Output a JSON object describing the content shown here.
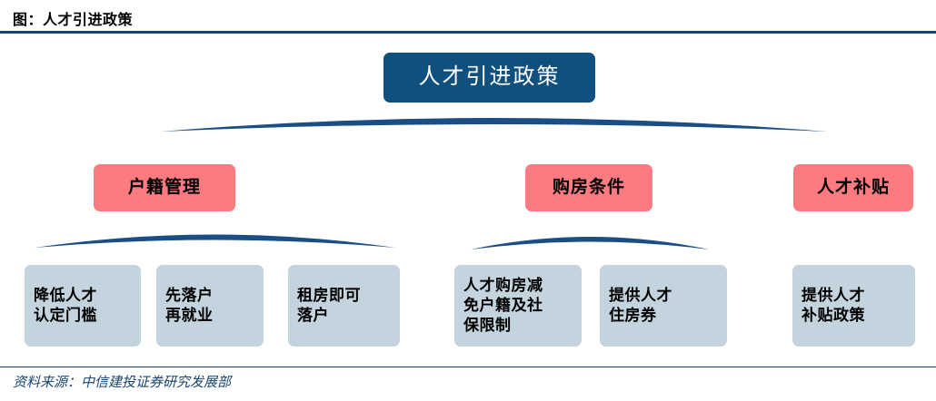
{
  "header": {
    "title": "图：人才引进政策",
    "rule_color": "#17456f"
  },
  "diagram": {
    "type": "hierarchy-tree",
    "root": {
      "label": "人才引进政策",
      "fill": "#10507f",
      "text_color": "#ffffff"
    },
    "categories": [
      {
        "label": "户籍管理",
        "fill": "#fb7b80",
        "text_color": "#000000"
      },
      {
        "label": "购房条件",
        "fill": "#fb7b80",
        "text_color": "#000000"
      },
      {
        "label": "人才补贴",
        "fill": "#fb7b80",
        "text_color": "#000000"
      }
    ],
    "leaves": [
      {
        "label": "降低人才认定门槛",
        "line1": "降低人才",
        "line2": "认定门槛",
        "line3": "",
        "fill": "#c3d4de",
        "parent": "户籍管理"
      },
      {
        "label": "先落户再就业",
        "line1": "先落户",
        "line2": "再就业",
        "line3": "",
        "fill": "#c3d4de",
        "parent": "户籍管理"
      },
      {
        "label": "租房即可落户",
        "line1": "租房即可",
        "line2": "落户",
        "line3": "",
        "fill": "#c3d4de",
        "parent": "户籍管理"
      },
      {
        "label": "人才购房减免户籍及社保限制",
        "line1": "人才购房减",
        "line2": "免户籍及社",
        "line3": "保限制",
        "fill": "#c3d4de",
        "parent": "购房条件"
      },
      {
        "label": "提供人才住房券",
        "line1": "提供人才",
        "line2": "住房券",
        "line3": "",
        "fill": "#c3d4de",
        "parent": "购房条件"
      },
      {
        "label": "提供人才补贴政策",
        "line1": "提供人才",
        "line2": "补贴政策",
        "line3": "",
        "fill": "#c3d4de",
        "parent": "人才补贴"
      }
    ],
    "connector_color": "#1b4e85"
  },
  "footer": {
    "source": "资料来源：中信建投证券研究发展部",
    "rule_color": "#17456f"
  }
}
